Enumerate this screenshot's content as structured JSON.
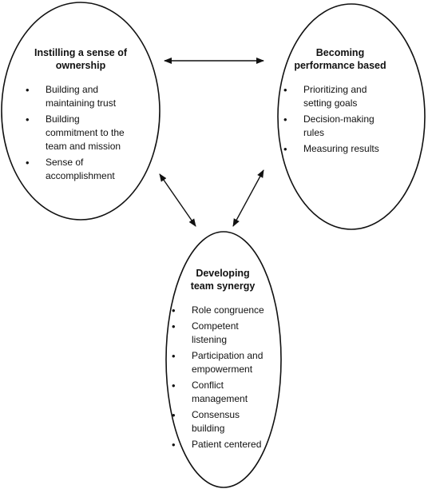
{
  "nodes": {
    "ownership": {
      "title_line1": "Instilling a sense of",
      "title_line2": "ownership",
      "items": [
        [
          "Building and",
          "maintaining trust"
        ],
        [
          "Building",
          "commitment to the",
          "team and mission"
        ],
        [
          "Sense of",
          "accomplishment"
        ]
      ]
    },
    "performance": {
      "title_line1": "Becoming",
      "title_line2": "performance based",
      "items": [
        [
          "Prioritizing and",
          "setting goals"
        ],
        [
          "Decision-making",
          "rules"
        ],
        [
          "Measuring results"
        ]
      ]
    },
    "synergy": {
      "title_line1": "Developing",
      "title_line2": "team synergy",
      "items": [
        [
          "Role congruence"
        ],
        [
          "Competent",
          "listening"
        ],
        [
          "Participation and",
          "empowerment"
        ],
        [
          "Conflict",
          "management"
        ],
        [
          "Consensus",
          "building"
        ],
        [
          "Patient centered"
        ]
      ]
    }
  },
  "bullet_char": "•",
  "colors": {
    "stroke": "#111111",
    "background": "#ffffff"
  }
}
